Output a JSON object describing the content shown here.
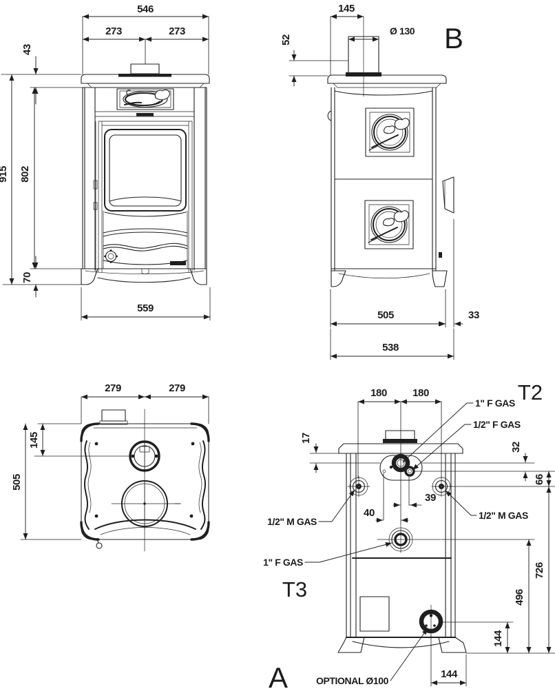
{
  "drawing": {
    "background": "#ffffff",
    "line_color": "#1f1f1f",
    "views": {
      "front": {
        "dims": {
          "overall_width": "546",
          "half_width_left": "273",
          "half_width_right": "273",
          "top_plate_thickness": "43",
          "overall_height": "915",
          "body_height": "802",
          "base_height": "70",
          "base_width": "559"
        }
      },
      "side": {
        "view_label": "B",
        "dims": {
          "flue_center_from_back": "145",
          "flue_collar_height": "52",
          "flue_diameter": "Ø 130",
          "body_depth": "505",
          "handle_projection": "33",
          "overall_depth": "538"
        }
      },
      "top": {
        "dims": {
          "half_width_left": "279",
          "half_width_right": "279",
          "flue_center_from_back": "145",
          "overall_depth": "505"
        }
      },
      "rear": {
        "view_label": "A",
        "detail_label_top": "T2",
        "detail_label_bottom": "T3",
        "dims": {
          "fitting_left_offset": "180",
          "fitting_right_offset": "180",
          "plate_to_fitting": "17",
          "f_gas_vertical_gap": "32",
          "m_gas_vertical_gap": "66",
          "f_gas_horizontal_offset": "39",
          "pilot_horizontal_offset": "40",
          "m_gas_height": "726",
          "f_gas_height": "496",
          "air_intake_height": "144",
          "air_intake_from_side": "144"
        },
        "labels": {
          "gas_1in_f_top": "1\" F GAS",
          "gas_half_f": "1/2\" F GAS",
          "gas_half_m_right": "1/2\" M GAS",
          "gas_half_m_left": "1/2\" M GAS",
          "gas_1in_f_bottom": "1\" F GAS",
          "optional_air_intake": "OPTIONAL Ø100"
        }
      }
    }
  }
}
